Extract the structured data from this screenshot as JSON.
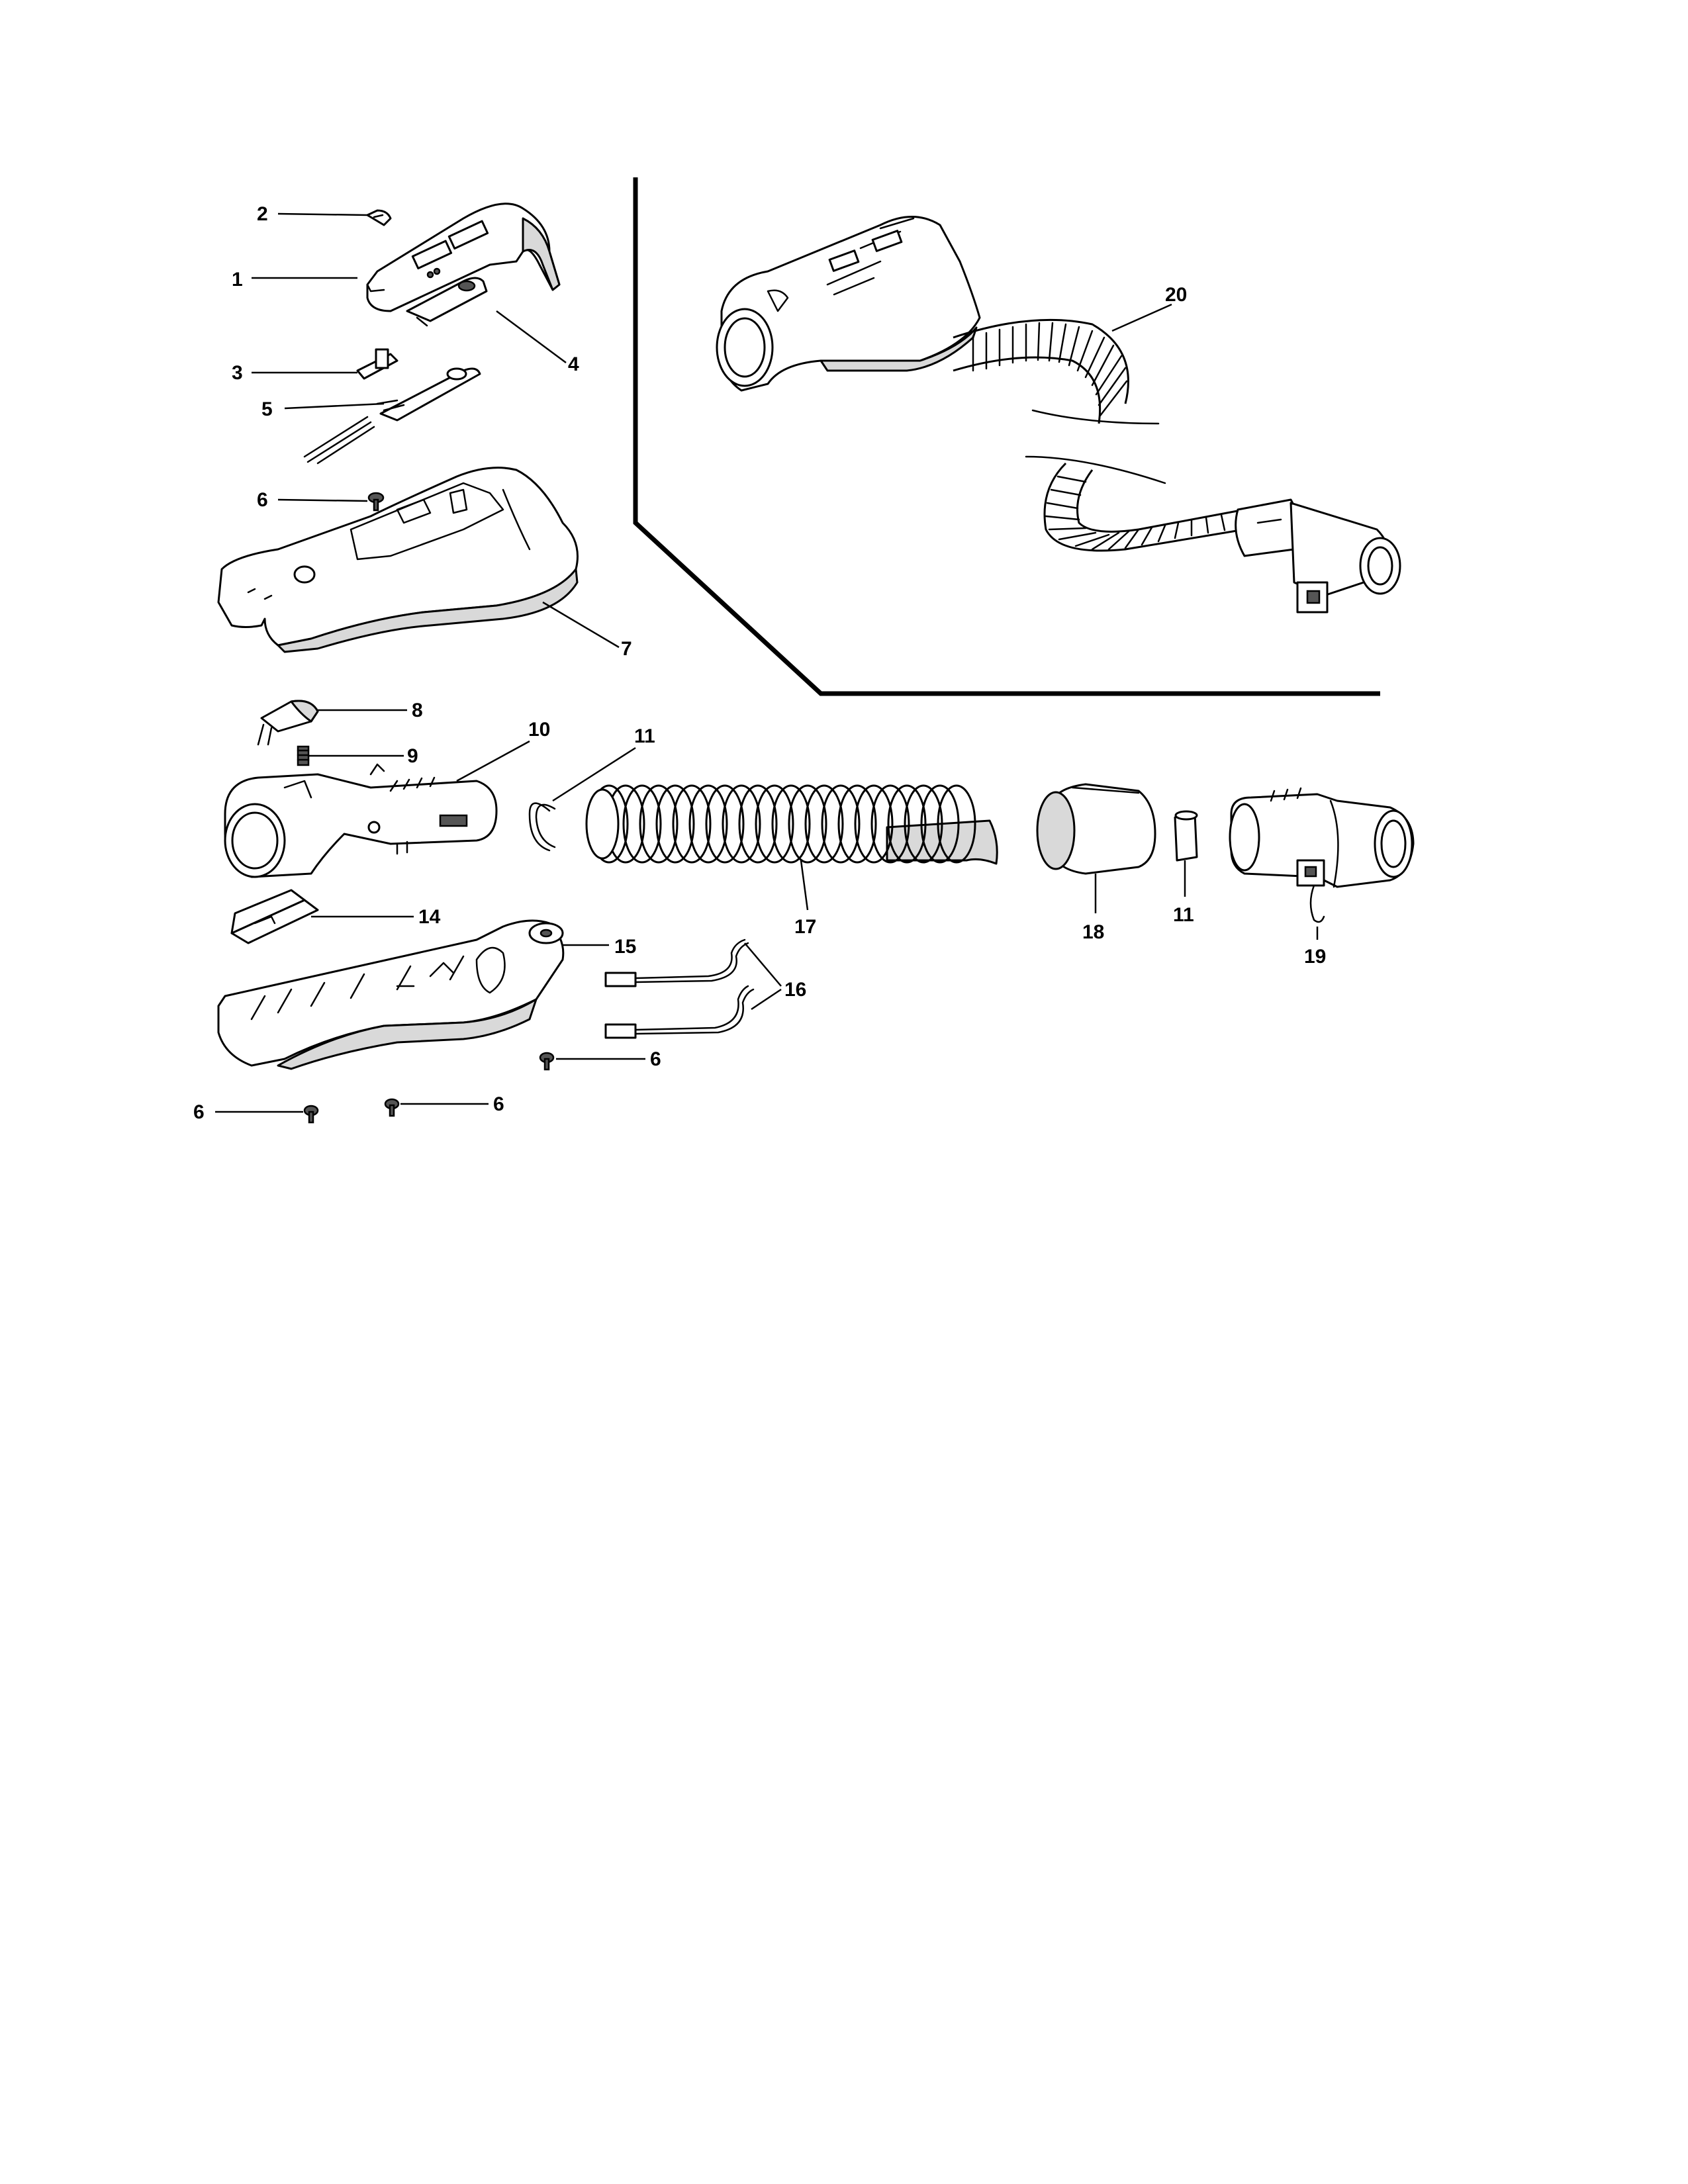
{
  "diagram": {
    "callouts": [
      {
        "id": "c1",
        "label": "1"
      },
      {
        "id": "c2",
        "label": "2"
      },
      {
        "id": "c3",
        "label": "3"
      },
      {
        "id": "c4",
        "label": "4"
      },
      {
        "id": "c5",
        "label": "5"
      },
      {
        "id": "c6a",
        "label": "6"
      },
      {
        "id": "c7",
        "label": "7"
      },
      {
        "id": "c8",
        "label": "8"
      },
      {
        "id": "c9",
        "label": "9"
      },
      {
        "id": "c10",
        "label": "10"
      },
      {
        "id": "c11a",
        "label": "11"
      },
      {
        "id": "c11b",
        "label": "11"
      },
      {
        "id": "c14",
        "label": "14"
      },
      {
        "id": "c15",
        "label": "15"
      },
      {
        "id": "c16",
        "label": "16"
      },
      {
        "id": "c17",
        "label": "17"
      },
      {
        "id": "c18",
        "label": "18"
      },
      {
        "id": "c19",
        "label": "19"
      },
      {
        "id": "c20",
        "label": "20"
      },
      {
        "id": "c6b",
        "label": "6"
      },
      {
        "id": "c6c",
        "label": "6"
      },
      {
        "id": "c6d",
        "label": "6"
      }
    ]
  }
}
